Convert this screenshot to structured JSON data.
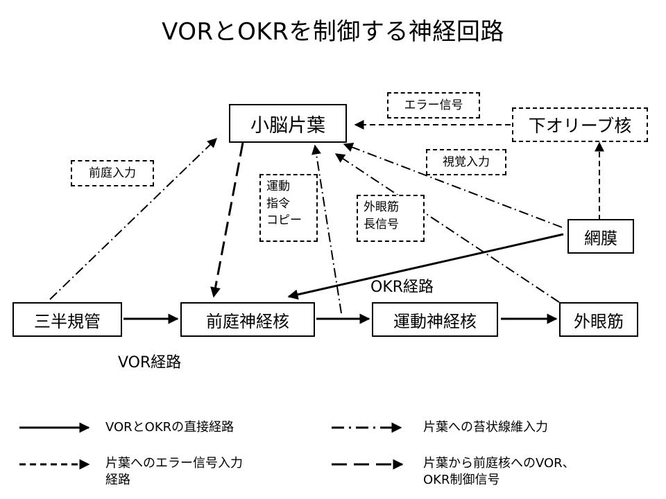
{
  "title": "VORとOKRを制御する神経回路",
  "nodes": {
    "cerebellum": "小脳片葉",
    "inferior_olive": "下オリーブ核",
    "retina": "網膜",
    "semicircular_canal": "三半規管",
    "vestibular_nucleus": "前庭神経核",
    "motor_nucleus": "運動神経核",
    "eye_muscle": "外眼筋"
  },
  "tags": {
    "error_signal": "エラー信号",
    "vestibular_input": "前庭入力",
    "visual_input": "視覚入力",
    "motor_copy": [
      "運動",
      "指令",
      "コピー"
    ],
    "eom_length": [
      "外眼筋",
      "長信号"
    ]
  },
  "pathway_labels": {
    "okr": "OKR経路",
    "vor": "VOR経路"
  },
  "legend": {
    "solid": "VORとOKRの直接経路",
    "dash_dot": "片葉への苔状線維入力",
    "dashed": [
      "片葉へのエラー信号入力",
      "経路"
    ],
    "long_dash": [
      "片葉から前庭核へのVOR、",
      "OKR制御信号"
    ]
  }
}
